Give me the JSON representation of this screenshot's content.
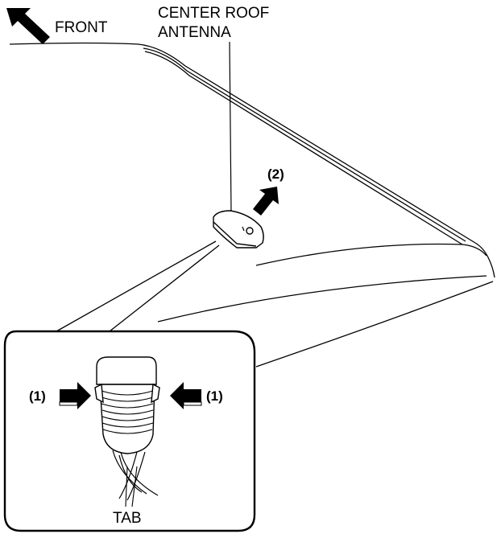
{
  "labels": {
    "front": "FRONT",
    "antenna_line1": "CENTER ROOF",
    "antenna_line2": "ANTENNA",
    "step2": "(2)",
    "step1_left": "(1)",
    "step1_right": "(1)",
    "tab": "TAB"
  }
}
